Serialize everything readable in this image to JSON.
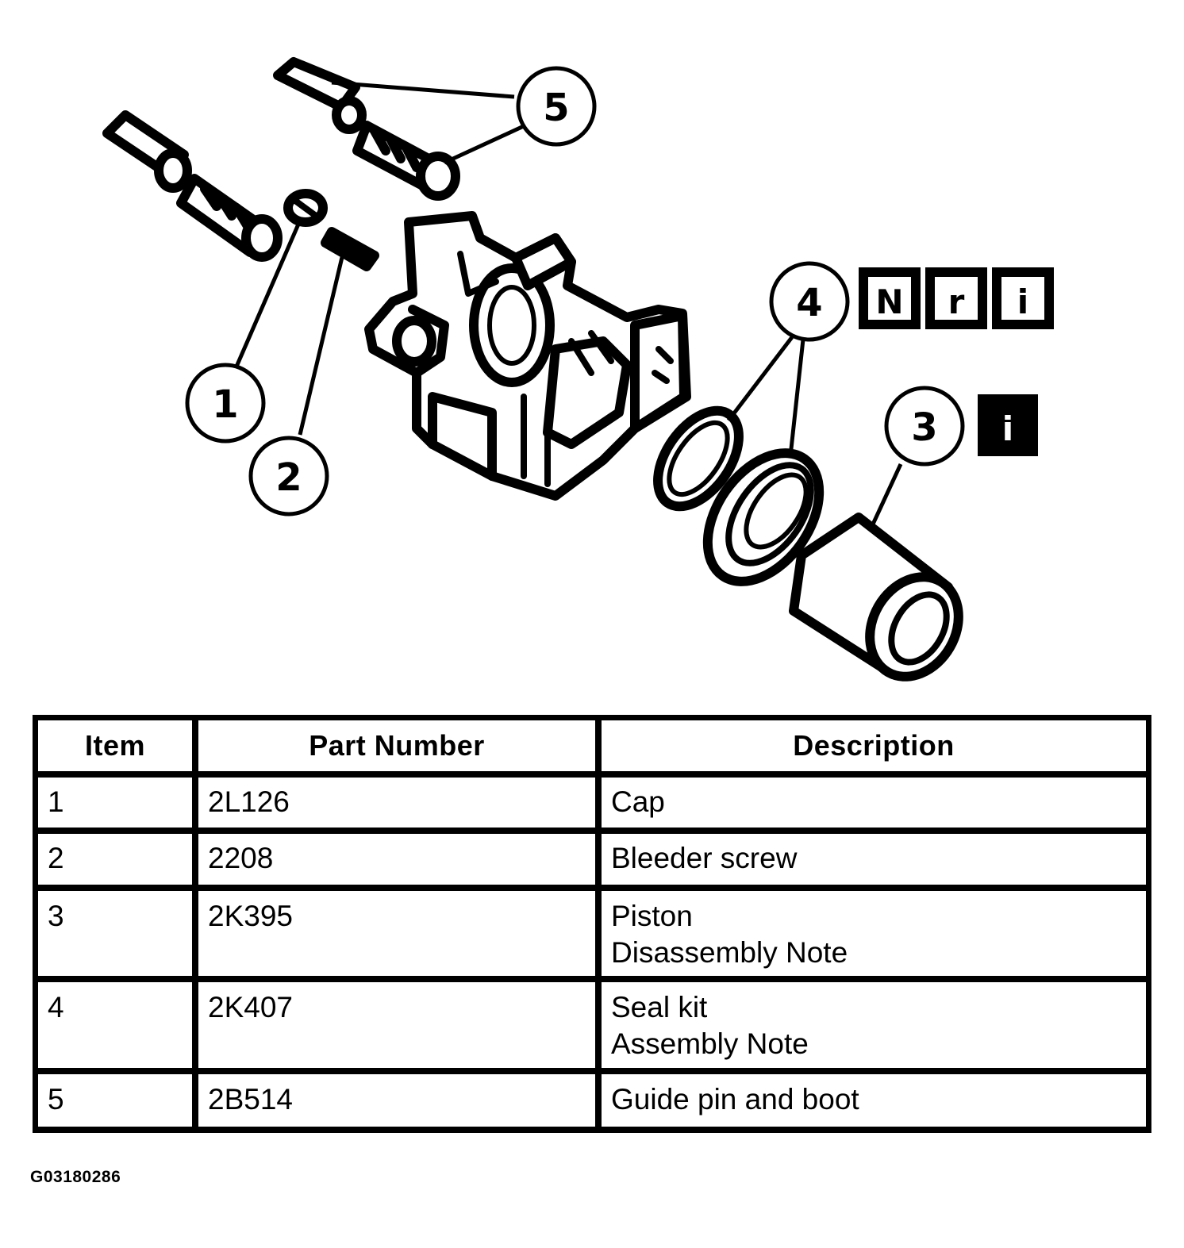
{
  "callouts": {
    "c1": "1",
    "c2": "2",
    "c3": "3",
    "c4": "4",
    "c5": "5"
  },
  "badges": {
    "n": "N",
    "r": "r",
    "i1": "i",
    "i2": "i"
  },
  "table": {
    "headers": {
      "item": "Item",
      "part_number": "Part Number",
      "description": "Description"
    },
    "rows": [
      {
        "item": "1",
        "part_number": "2L126",
        "description": "Cap"
      },
      {
        "item": "2",
        "part_number": "2208",
        "description": "Bleeder screw"
      },
      {
        "item": "3",
        "part_number": "2K395",
        "description": "Piston\nDisassembly Note"
      },
      {
        "item": "4",
        "part_number": "2K407",
        "description": "Seal kit\nAssembly Note"
      },
      {
        "item": "5",
        "part_number": "2B514",
        "description": "Guide pin and boot"
      }
    ]
  },
  "figure_code": "G03180286"
}
